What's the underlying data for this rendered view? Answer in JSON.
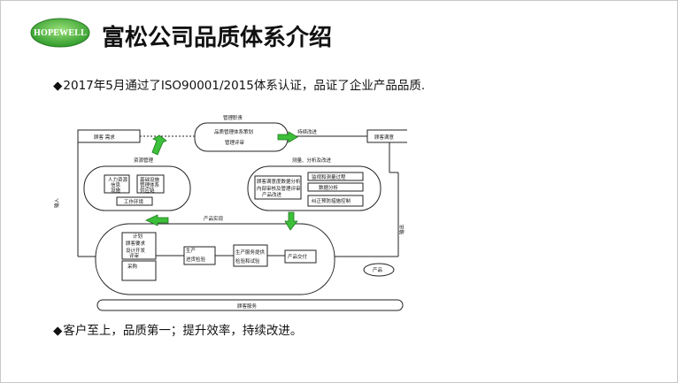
{
  "logo": {
    "text": "HOPEWELL"
  },
  "title": "富松公司品质体系介绍",
  "bullets": {
    "mark": "◆",
    "line1": "2017年5月通过了ISO90001/2015体系认证，品证了企业产品品质.",
    "line2": "客户至上，品质第一；提升效率，持续改进。"
  },
  "diagram": {
    "customer_requirement": "顾客 需求",
    "customer_satisfaction": "顾客满意",
    "mgmt_responsibility": "管理职责",
    "mgmt_box_line1": "品质管理体系策划",
    "mgmt_box_line2": "管理评审",
    "continuous_improvement": "持续改进",
    "resource_mgmt": "资源管理",
    "resource_items": {
      "human": "人力资源",
      "info": "信息",
      "facilities": "设施",
      "infrastructure": "基础设施",
      "mgmt_system": "管理体系",
      "supply_chain": "供应链",
      "work_env": "工作环境"
    },
    "measurement": "测量、分析及改进",
    "measurement_items": {
      "customer_data": "顾客满意度数据分析",
      "internal_audit": "内部审核及管理评审",
      "product_improve": "产品改进",
      "data_analysis": "数据分析",
      "measure_monitor": "监视和测量过程",
      "process_control": "纠正预防措施控制"
    },
    "product_realization": "产品实现",
    "input_label": "输入",
    "output_label": "输出",
    "process_items": {
      "plan": "计划",
      "customer_req": "顾客要求",
      "design": "设计开发",
      "review": "评审",
      "procurement": "采购",
      "production": "生产",
      "production_service": "生产服务提供",
      "incoming": "进货检验",
      "inspection": "检验和试验",
      "delivery": "产品交付",
      "product": "产品"
    },
    "customer_service": "顾客服务"
  }
}
